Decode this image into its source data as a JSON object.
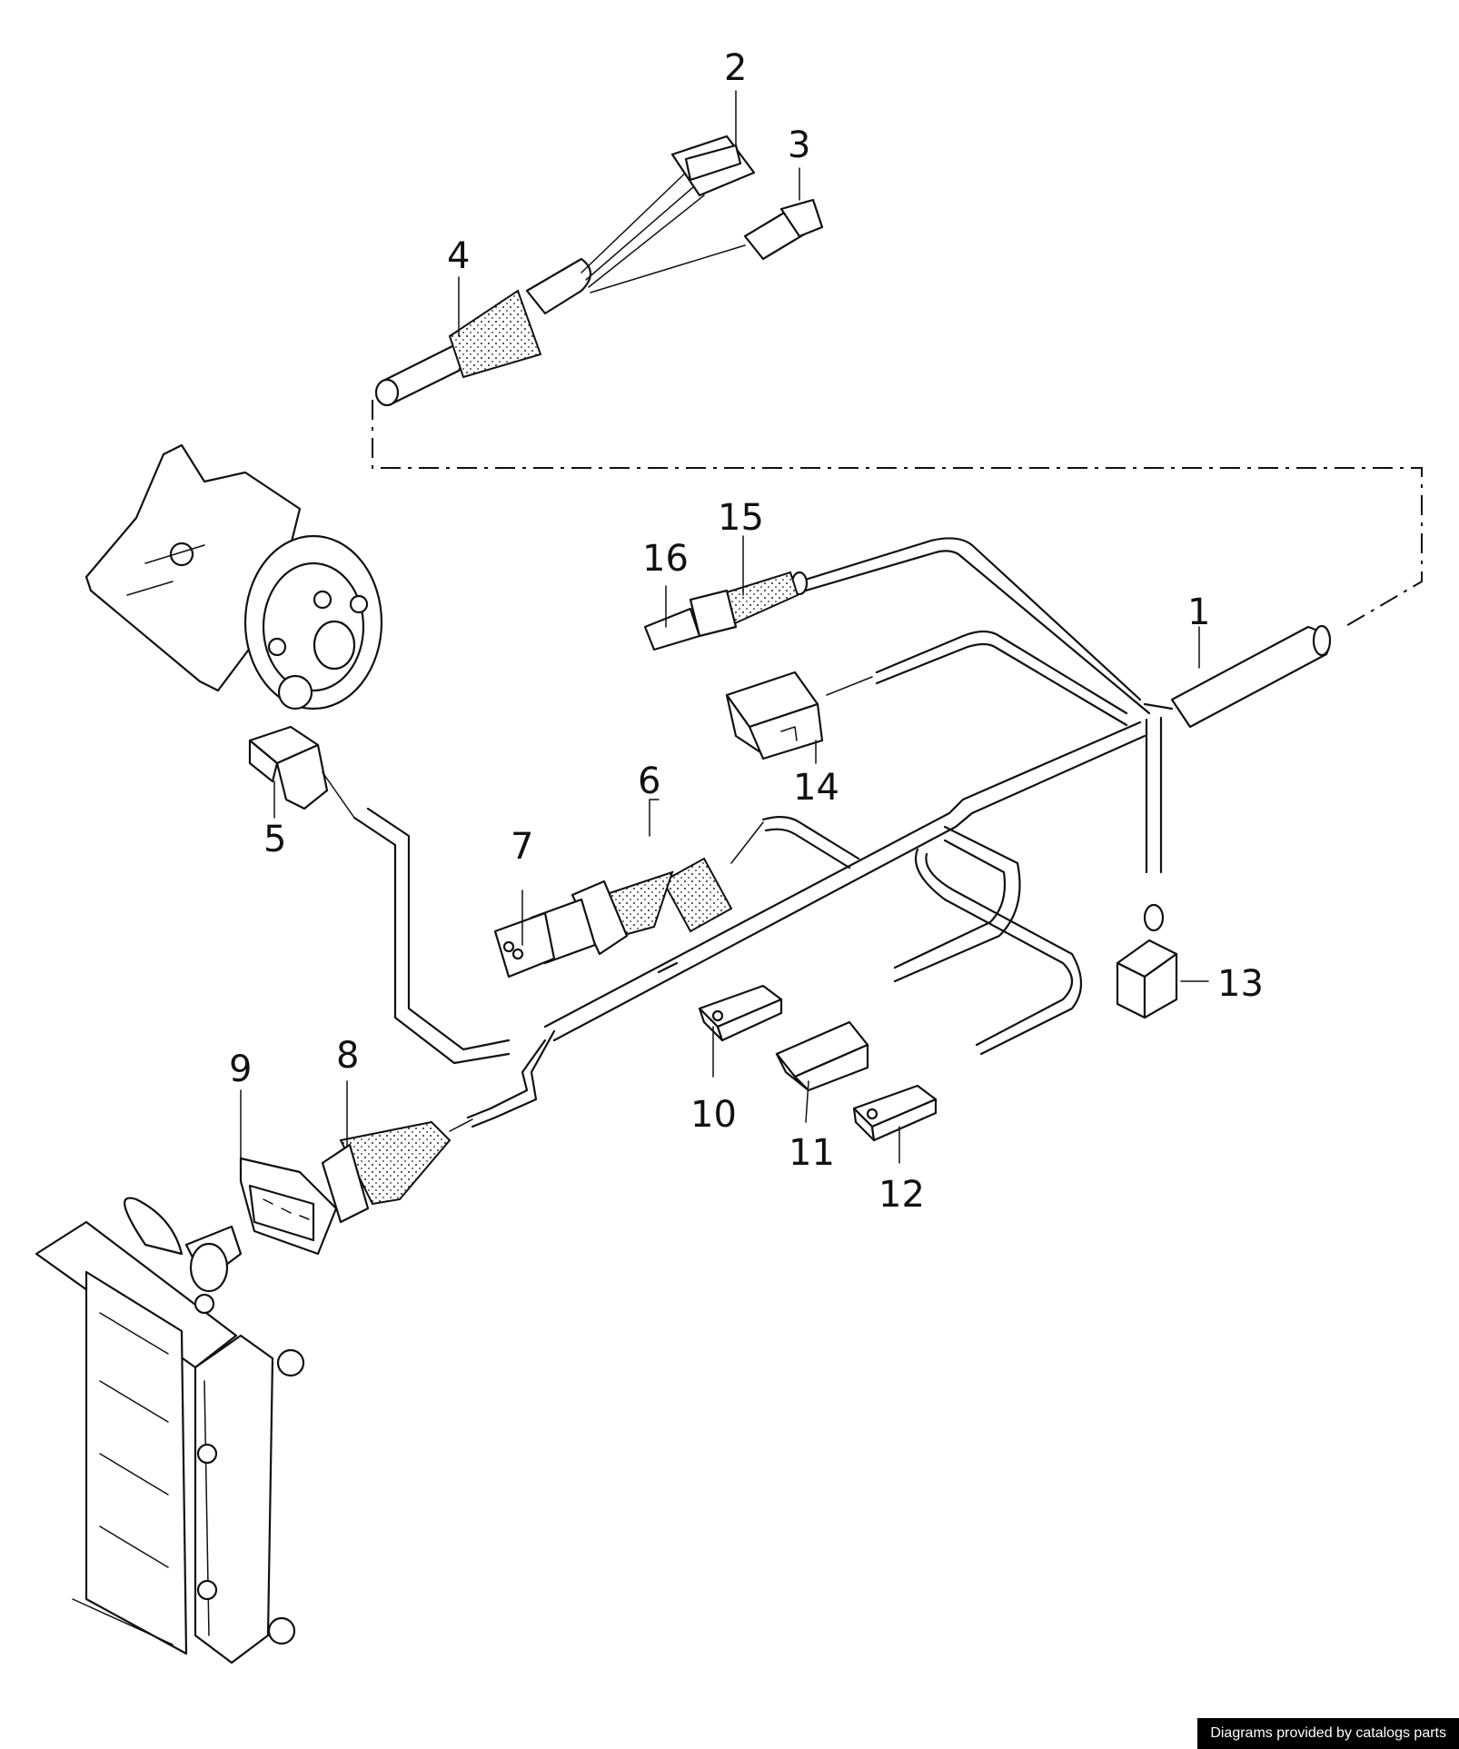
{
  "callouts": [
    {
      "id": "1",
      "label": "1"
    },
    {
      "id": "2",
      "label": "2"
    },
    {
      "id": "3",
      "label": "3"
    },
    {
      "id": "4",
      "label": "4"
    },
    {
      "id": "5",
      "label": "5"
    },
    {
      "id": "6",
      "label": "6"
    },
    {
      "id": "7",
      "label": "7"
    },
    {
      "id": "8",
      "label": "8"
    },
    {
      "id": "9",
      "label": "9"
    },
    {
      "id": "10",
      "label": "10"
    },
    {
      "id": "11",
      "label": "11"
    },
    {
      "id": "12",
      "label": "12"
    },
    {
      "id": "13",
      "label": "13"
    },
    {
      "id": "14",
      "label": "14"
    },
    {
      "id": "15",
      "label": "15"
    },
    {
      "id": "16",
      "label": "16"
    }
  ],
  "watermark": "Diagrams provided by catalogs parts"
}
